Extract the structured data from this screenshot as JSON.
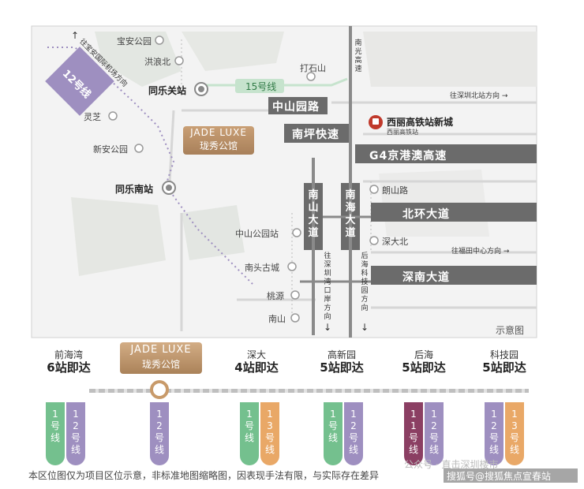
{
  "map": {
    "stations": {
      "baoan_park": "宝安公园",
      "hongleng_shan": "洪浪北",
      "tongleguan": "同乐关站",
      "lingzhi": "灵芝",
      "xinan_park": "新安公园",
      "tongle_south": "同乐南站",
      "dashi_shan": "打石山",
      "zhongshan_park": "中山公园站",
      "nantou_gucheng": "南头古城",
      "taoyuan": "桃源",
      "nanshan": "南山",
      "langshan_road": "朗山路",
      "shenda_north": "深大北",
      "xili_hsr": "西丽高铁站新城",
      "xili_hsr_sub": "西丽高铁站"
    },
    "line12_label": "12号线",
    "line12_dir": "往宝安国际机场方向",
    "line15_label": "15号线",
    "roads": {
      "zhongshan_yuan": "中山园路",
      "nanping": "南坪快速",
      "g4": "G4京港澳高速",
      "beihuan": "北环大道",
      "shennan": "深南大道",
      "nanshan_dadao": "南山大道",
      "nanhai_dadao": "南海大道",
      "nanguang": "南光高速"
    },
    "directions": {
      "shenzhen_north": "往深圳北站方向 →",
      "futian": "往福田中心方向 →",
      "shenzhenwan": "往深圳湾口岸方向",
      "houhai": "后海科技园方向"
    },
    "project": {
      "en": "JADE LUXE",
      "cn": "珑秀公馆"
    },
    "note": "示意图"
  },
  "route": {
    "project": {
      "en": "JADE LUXE",
      "cn": "珑秀公馆"
    },
    "destinations": [
      {
        "name": "前海湾",
        "stops": "6站即达",
        "lines": [
          "1号线",
          "12号线"
        ]
      },
      {
        "name": "深大",
        "stops": "4站即达",
        "lines": [
          "1号线",
          "13号线"
        ]
      },
      {
        "name": "高新园",
        "stops": "5站即达",
        "lines": [
          "1号线",
          "12号线"
        ]
      },
      {
        "name": "后海",
        "stops": "5站即达",
        "lines": [
          "11号线",
          "12号线"
        ]
      },
      {
        "name": "科技园",
        "stops": "5站即达",
        "lines": [
          "12号线",
          "13号线"
        ]
      }
    ],
    "project_line": "12号线"
  },
  "colors": {
    "line1": "#74c08e",
    "line11": "#8b3f63",
    "line12": "#9e8fc0",
    "line13": "#e9a867",
    "road": "#6b6b6b",
    "gold": "#b58c62"
  },
  "footer": "本区位图仅为项目区位示意，非标准地图缩略图，因表现手法有限，与实际存在差异",
  "watermark": {
    "wechat": "公众号 · 直击深圳楼市",
    "sohu": "搜狐号@搜狐焦点宣春站"
  }
}
